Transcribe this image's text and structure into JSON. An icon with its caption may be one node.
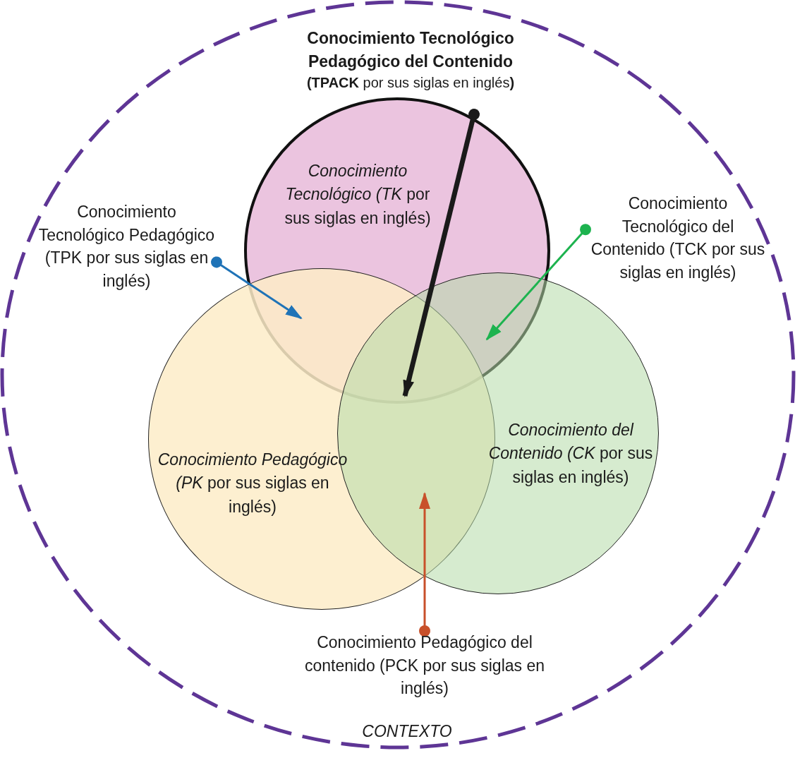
{
  "diagram": {
    "nodes": [
      {
        "text": [
          "CONTEXTO"
        ]
      },
      {
        "text": [
          "*Conocimiento Tecnológico (TK* por sus siglas en inglés)"
        ],
        "in": 0
      },
      {
        "text": [
          "*Conocimiento Pedagógico (PK* por sus siglas en inglés)"
        ],
        "in": 0
      },
      {
        "text": [
          "*Conocimiento del Contenido (CK* por sus siglas en inglés)"
        ],
        "in": 0
      },
      {
        "text": [
          "Conocimiento Tecnológico Pedagógico del Contenido",
          "**(TPACK** por sus siglas en inglés**)**"
        ],
        "in": 0
      },
      {
        "text": [
          "Conocimiento Tecnológico Pedagógico (TPK por sus siglas en inglés)"
        ],
        "in": 0
      },
      {
        "text": [
          "Conocimiento Tecnológico del Contenido (TCK por sus siglas en inglés)"
        ],
        "in": 0
      },
      {
        "text": [
          "Conocimiento Pedagógico del contenido (PCK por sus siglas en inglés)"
        ],
        "in": 0
      }
    ],
    "edges": [
      {
        "from": 4,
        "to": 1,
        "arrow": "to",
        "style": "thick",
        "color": "#1a1a1a"
      },
      {
        "from": 5,
        "to": 1,
        "arrow": "to",
        "color": "#1f73b7"
      },
      {
        "from": 6,
        "to": 1,
        "arrow": "to",
        "color": "#1db34f"
      },
      {
        "from": 7,
        "to": 3,
        "arrow": "to",
        "color": "#c8502a"
      }
    ]
  }
}
